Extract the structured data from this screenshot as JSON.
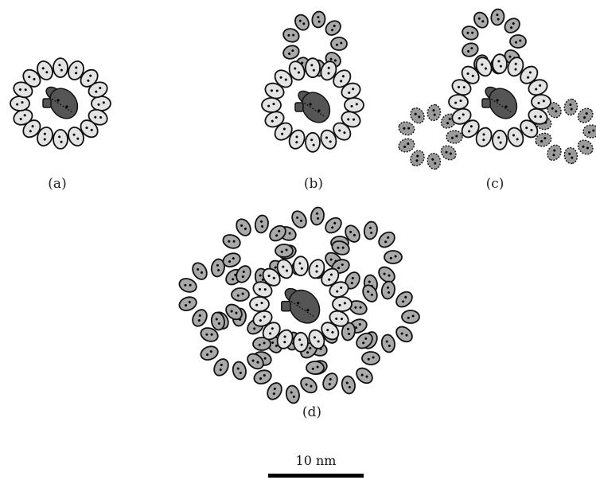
{
  "panels": [
    {
      "id": "a",
      "label": "(a)"
    },
    {
      "id": "b",
      "label": "(b)"
    },
    {
      "id": "c",
      "label": "(c)"
    },
    {
      "id": "d",
      "label": "(d)"
    }
  ],
  "scale_bar": {
    "label": "10 nm"
  },
  "colors": {
    "light_subunit": "#e3e3e3",
    "medium_subunit": "#a9a9a9",
    "dashed_subunit": "#9a9a9a",
    "core": "#555555",
    "outline": "#111111"
  }
}
